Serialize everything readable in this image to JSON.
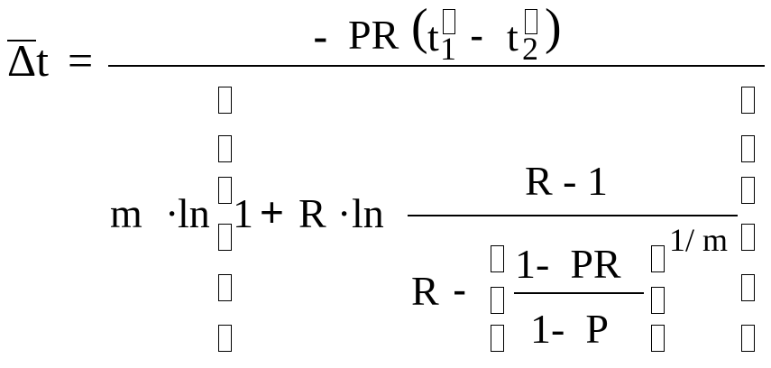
{
  "formula": {
    "lhs": "Δt",
    "equals": "=",
    "numerator": {
      "minus": "-",
      "pr": "PR",
      "open_paren": "(",
      "t": "t",
      "sub1": "1",
      "minus2": "-",
      "t2": "t",
      "sub2": "2",
      "close_paren": ")"
    },
    "denominator": {
      "m": "m",
      "dot1": "·",
      "ln1": "ln",
      "one": "1",
      "plus": "+",
      "r": "R",
      "dot2": "·",
      "ln2": "ln",
      "inner_numerator": "R - 1",
      "inner_r": "R",
      "inner_minus": "-",
      "frac_top": "1-  PR",
      "frac_bottom": "1-  P",
      "exponent": "1/ m"
    }
  }
}
